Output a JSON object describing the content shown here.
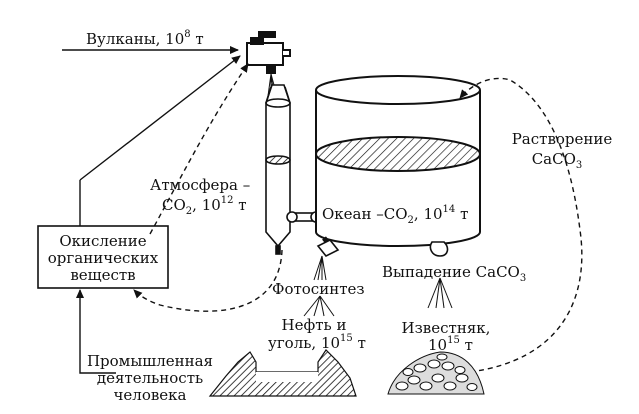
{
  "labels": {
    "volcanoes": "Вулканы, 10",
    "volcanoes_exp": "8",
    "volcanoes_unit": "т",
    "oxidation_line1": "Окисление",
    "oxidation_line2": "органических",
    "oxidation_line3": "веществ",
    "atmosphere_line1": "Атмосфера –",
    "atmosphere_co": "CO",
    "atmosphere_co_sub": "2",
    "atmosphere_mass": ", 10",
    "atmosphere_exp": "12",
    "atmosphere_unit": "т",
    "ocean_prefix": "Океан –CO",
    "ocean_sub": "2",
    "ocean_mass": ", 10",
    "ocean_exp": "14",
    "ocean_unit": "т",
    "dissolution_line1": "Растворение",
    "dissolution_line2": "CaCO",
    "dissolution_sub": "3",
    "precipitation": "Выпадение CaCO",
    "precipitation_sub": "3",
    "photosynthesis": "Фотосинтез",
    "oil_line1": "Нефть и",
    "oil_line2": "уголь, 10",
    "oil_exp": "15",
    "oil_unit": "т",
    "limestone_line1": "Известняк,",
    "limestone_line2": "10",
    "limestone_exp": "15",
    "limestone_unit": "т",
    "industry_line1": "Промышленная",
    "industry_line2": "деятельность",
    "industry_line3": "человека"
  }
}
